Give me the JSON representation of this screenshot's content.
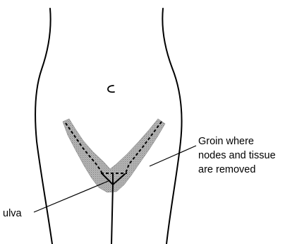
{
  "diagram": {
    "labels": {
      "groin_line1": "Groin where",
      "groin_line2": "nodes and tissue",
      "groin_line3": "are removed",
      "vulva": "ulva"
    },
    "colors": {
      "outline": "#000000",
      "shading": "#a9a9a9",
      "background": "#ffffff"
    },
    "icons": {
      "body": "body-outline-icon",
      "navel": "navel-icon"
    }
  }
}
